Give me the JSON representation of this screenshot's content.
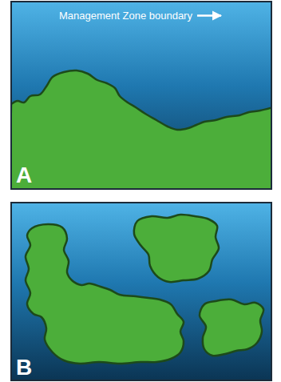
{
  "diagram": {
    "labels": [
      "Management Zone boundary",
      "A",
      "B"
    ]
  }
}
